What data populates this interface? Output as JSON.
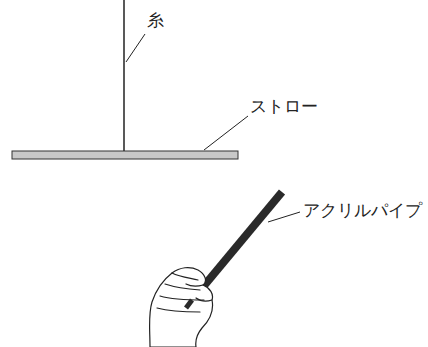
{
  "diagram": {
    "labels": [
      "糸",
      "ストロー",
      "アクリルパイプ"
    ]
  }
}
